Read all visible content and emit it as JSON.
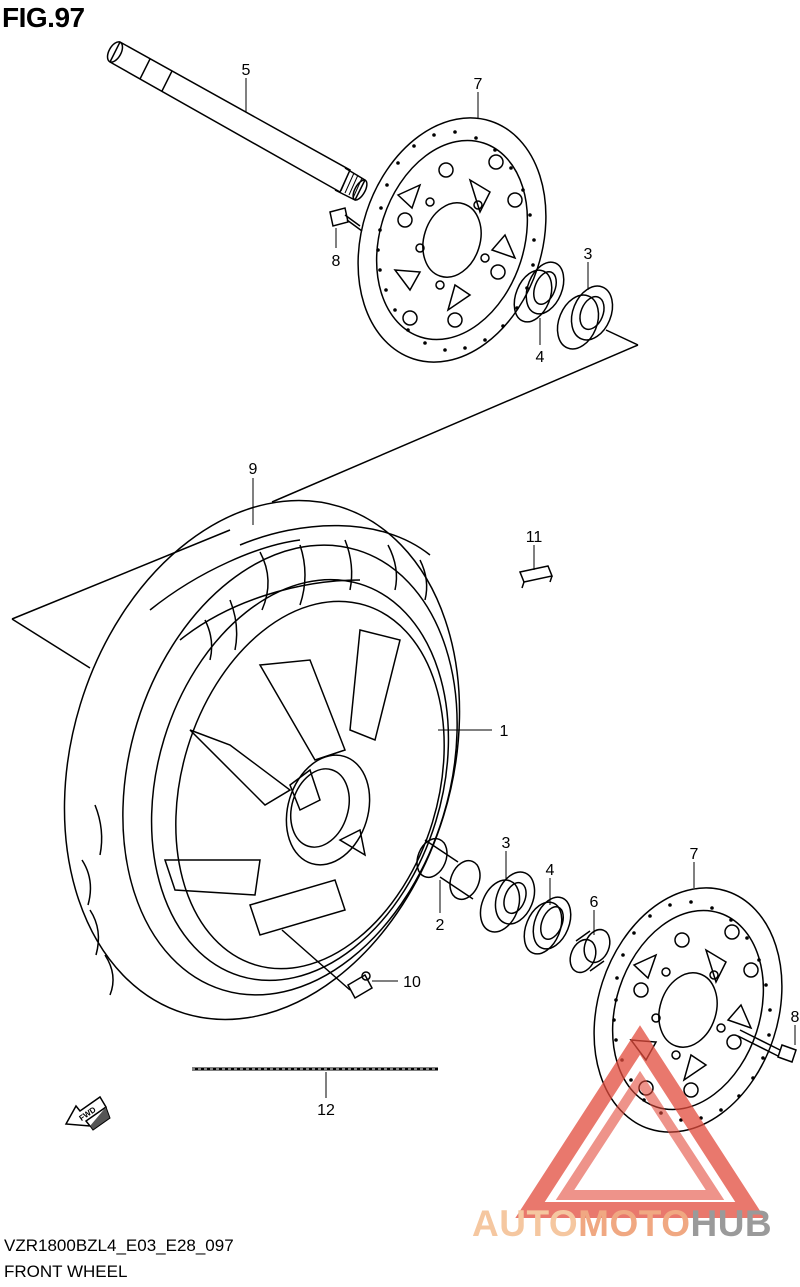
{
  "figure": {
    "title": "FIG.97"
  },
  "footer": {
    "model_code": "VZR1800BZL4_E03_E28_097",
    "caption": "FRONT WHEEL"
  },
  "callouts": [
    {
      "id": "c5a",
      "label": "5"
    },
    {
      "id": "c7a",
      "label": "7"
    },
    {
      "id": "c8a",
      "label": "8"
    },
    {
      "id": "c3a",
      "label": "3"
    },
    {
      "id": "c4a",
      "label": "4"
    },
    {
      "id": "c9",
      "label": "9"
    },
    {
      "id": "c11",
      "label": "11"
    },
    {
      "id": "c1",
      "label": "1"
    },
    {
      "id": "c3b",
      "label": "3"
    },
    {
      "id": "c4b",
      "label": "4"
    },
    {
      "id": "c7b",
      "label": "7"
    },
    {
      "id": "c6",
      "label": "6"
    },
    {
      "id": "c2",
      "label": "2"
    },
    {
      "id": "c10",
      "label": "10"
    },
    {
      "id": "c8b",
      "label": "8"
    },
    {
      "id": "c12",
      "label": "12"
    }
  ],
  "fwd_arrow": {
    "label": "FWD",
    "icon": "forward-arrow-icon"
  },
  "watermark": {
    "part_a": "AUTO",
    "part_b": "MOTO",
    "part_c": "HUB",
    "icon": "warning-triangle-logo",
    "colors": {
      "triangle": "#e24b3c",
      "auto": "#f5c7a0",
      "moto": "#f0a882",
      "hub": "#9a9a9a"
    }
  }
}
